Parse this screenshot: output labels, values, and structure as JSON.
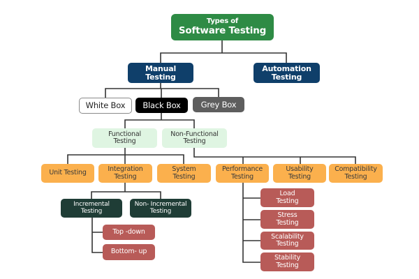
{
  "diagram": {
    "title_line1": "Types of",
    "title_line2": "Software Testing",
    "level1": {
      "manual": "Manual\nTesting",
      "automation": "Automation\nTesting"
    },
    "box_types": {
      "white": "White Box",
      "black": "Black Box",
      "grey": "Grey Box"
    },
    "black_box_children": {
      "functional": "Functional\nTesting",
      "non_functional": "Non-Functional\nTesting"
    },
    "functional_children": {
      "unit": "Unit Testing",
      "integration": "Integration\nTesting",
      "system": "System\nTesting"
    },
    "non_functional_children": {
      "performance": "Performance\nTesting",
      "usability": "Usability\nTesting",
      "compatibility": "Compatibility\nTesting"
    },
    "integration_children": {
      "incremental": "Incremental\nTesting",
      "non_incremental": "Non- Incremental\nTesting"
    },
    "incremental_children": {
      "top_down": "Top -down",
      "bottom_up": "Bottom- up"
    },
    "performance_children": {
      "load": "Load\nTesting",
      "stress": "Stress\nTesting",
      "scalability": "Scalability\nTesting",
      "stability": "Stability\nTesting"
    },
    "colors": {
      "root": "#2e8b45",
      "level1": "#0f3f6a",
      "black_box": "#000000",
      "grey_box": "#5e5e5e",
      "functional_group": "#dff5e2",
      "testing_types": "#fbb04d",
      "integration_types": "#1f3d36",
      "sub_types": "#b85b58",
      "connector": "#333333"
    }
  }
}
